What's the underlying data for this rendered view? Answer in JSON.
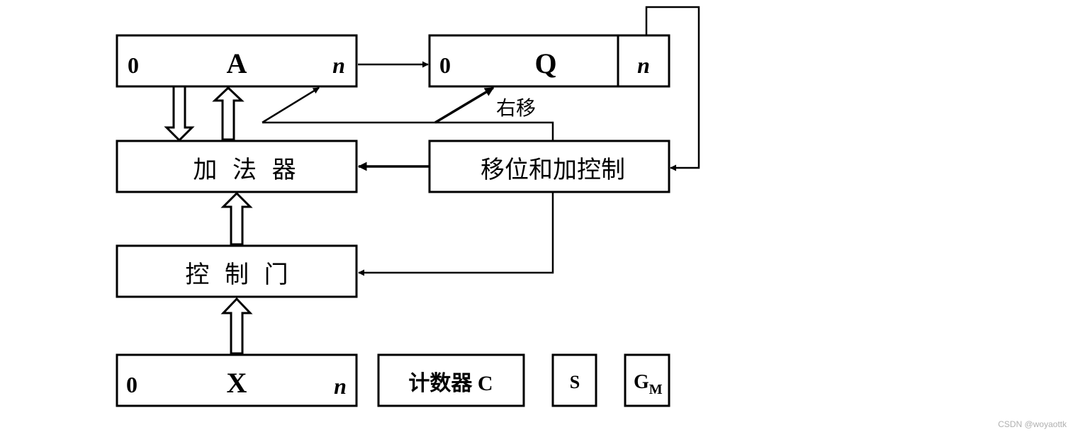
{
  "register_a": {
    "left": "0",
    "name": "A",
    "right": "n"
  },
  "register_q": {
    "left": "0",
    "name": "Q",
    "right": "n"
  },
  "adder": {
    "label": "加  法  器"
  },
  "shift_control": {
    "label": "移位和加控制"
  },
  "shift_label": "右移",
  "control_gate": {
    "label": "控  制  门"
  },
  "register_x": {
    "left": "0",
    "name": "X",
    "right": "n"
  },
  "counter": {
    "label": "计数器 C"
  },
  "sign_flag": {
    "label": "S"
  },
  "gm_flag": {
    "base": "G",
    "sub": "M"
  },
  "watermark": "CSDN @woyaottk"
}
